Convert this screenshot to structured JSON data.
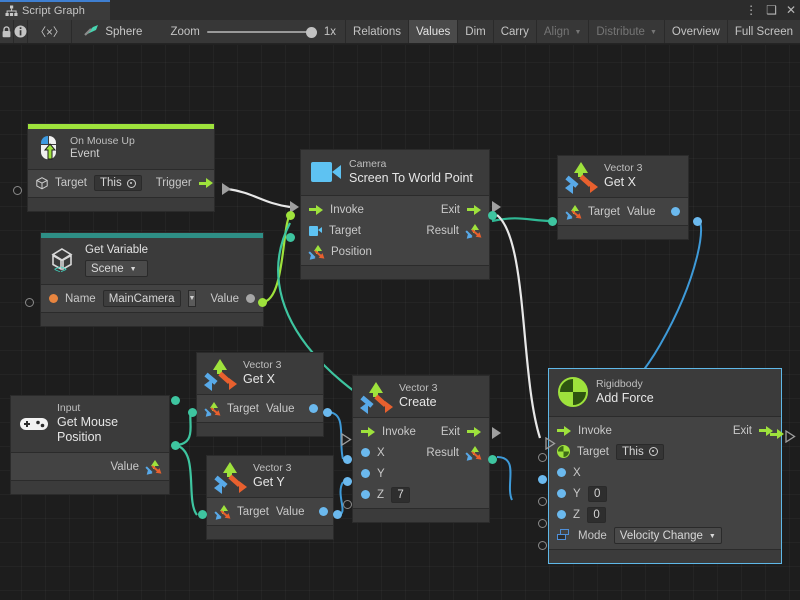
{
  "window": {
    "tab_title": "Script Graph",
    "tab_icon": "script-graph-icon",
    "controls": {
      "menu": "⋮",
      "maximize": "❑",
      "close": "✕"
    }
  },
  "toolbar": {
    "lock_icon": "lock-icon",
    "info_icon": "info-icon",
    "code_label": "〈×〉",
    "object_icon": "sphere-icon",
    "object_name": "Sphere",
    "zoom_label": "Zoom",
    "zoom_value": "1x",
    "buttons": [
      {
        "label": "Relations",
        "state": "normal"
      },
      {
        "label": "Values",
        "state": "active"
      },
      {
        "label": "Dim",
        "state": "normal"
      },
      {
        "label": "Carry",
        "state": "normal"
      },
      {
        "label": "Align",
        "state": "dim",
        "caret": "▼"
      },
      {
        "label": "Distribute",
        "state": "dim",
        "caret": "▼"
      },
      {
        "label": "Overview",
        "state": "normal"
      },
      {
        "label": "Full Screen",
        "state": "normal"
      }
    ]
  },
  "colors": {
    "accent_green": "#9ee23c",
    "accent_teal": "#2e8f86",
    "port_teal": "#3ec5a0",
    "port_blue": "#6bb9ee",
    "port_orange": "#e8853f",
    "selection": "#5fb8e8",
    "canvas_bg": "#1d1d1d",
    "node_bg": "#3b3b3b",
    "node_body": "#434343"
  },
  "nodes": {
    "on_mouse_up": {
      "icon": "mouse-up-icon",
      "accent": "#9ee23c",
      "subtitle": "On Mouse Up",
      "title": "Event",
      "target_label": "Target",
      "target_value": "This",
      "trigger_label": "Trigger"
    },
    "get_variable": {
      "icon": "unity-variable-icon",
      "accent": "#2e8f86",
      "title": "Get Variable",
      "scope": "Scene",
      "name_label": "Name",
      "name_value": "MainCamera",
      "value_label": "Value"
    },
    "screen_to_world": {
      "icon": "camera-icon",
      "subtitle": "Camera",
      "title": "Screen To World Point",
      "invoke_label": "Invoke",
      "exit_label": "Exit",
      "target_label": "Target",
      "result_label": "Result",
      "position_label": "Position"
    },
    "vector3_getx_top": {
      "icon": "vector3-icon",
      "subtitle": "Vector 3",
      "title": "Get X",
      "target_label": "Target",
      "value_label": "Value"
    },
    "vector3_getx_mid": {
      "icon": "vector3-icon",
      "subtitle": "Vector 3",
      "title": "Get X",
      "target_label": "Target",
      "value_label": "Value"
    },
    "vector3_gety": {
      "icon": "vector3-icon",
      "subtitle": "Vector 3",
      "title": "Get Y",
      "target_label": "Target",
      "value_label": "Value"
    },
    "input_mouse_pos": {
      "icon": "gamepad-icon",
      "subtitle": "Input",
      "title": "Get Mouse Position",
      "value_label": "Value"
    },
    "vector3_create": {
      "icon": "vector3-icon",
      "subtitle": "Vector 3",
      "title": "Create",
      "invoke_label": "Invoke",
      "exit_label": "Exit",
      "x_label": "X",
      "y_label": "Y",
      "z_label": "Z",
      "z_value": "7",
      "result_label": "Result"
    },
    "rigidbody_add_force": {
      "icon": "rigidbody-icon",
      "subtitle": "Rigidbody",
      "title": "Add Force",
      "selected": true,
      "invoke_label": "Invoke",
      "exit_label": "Exit",
      "target_label": "Target",
      "target_value": "This",
      "x_label": "X",
      "y_label": "Y",
      "y_value": "0",
      "z_label": "Z",
      "z_value": "0",
      "mode_label": "Mode",
      "mode_value": "Velocity Change"
    }
  }
}
